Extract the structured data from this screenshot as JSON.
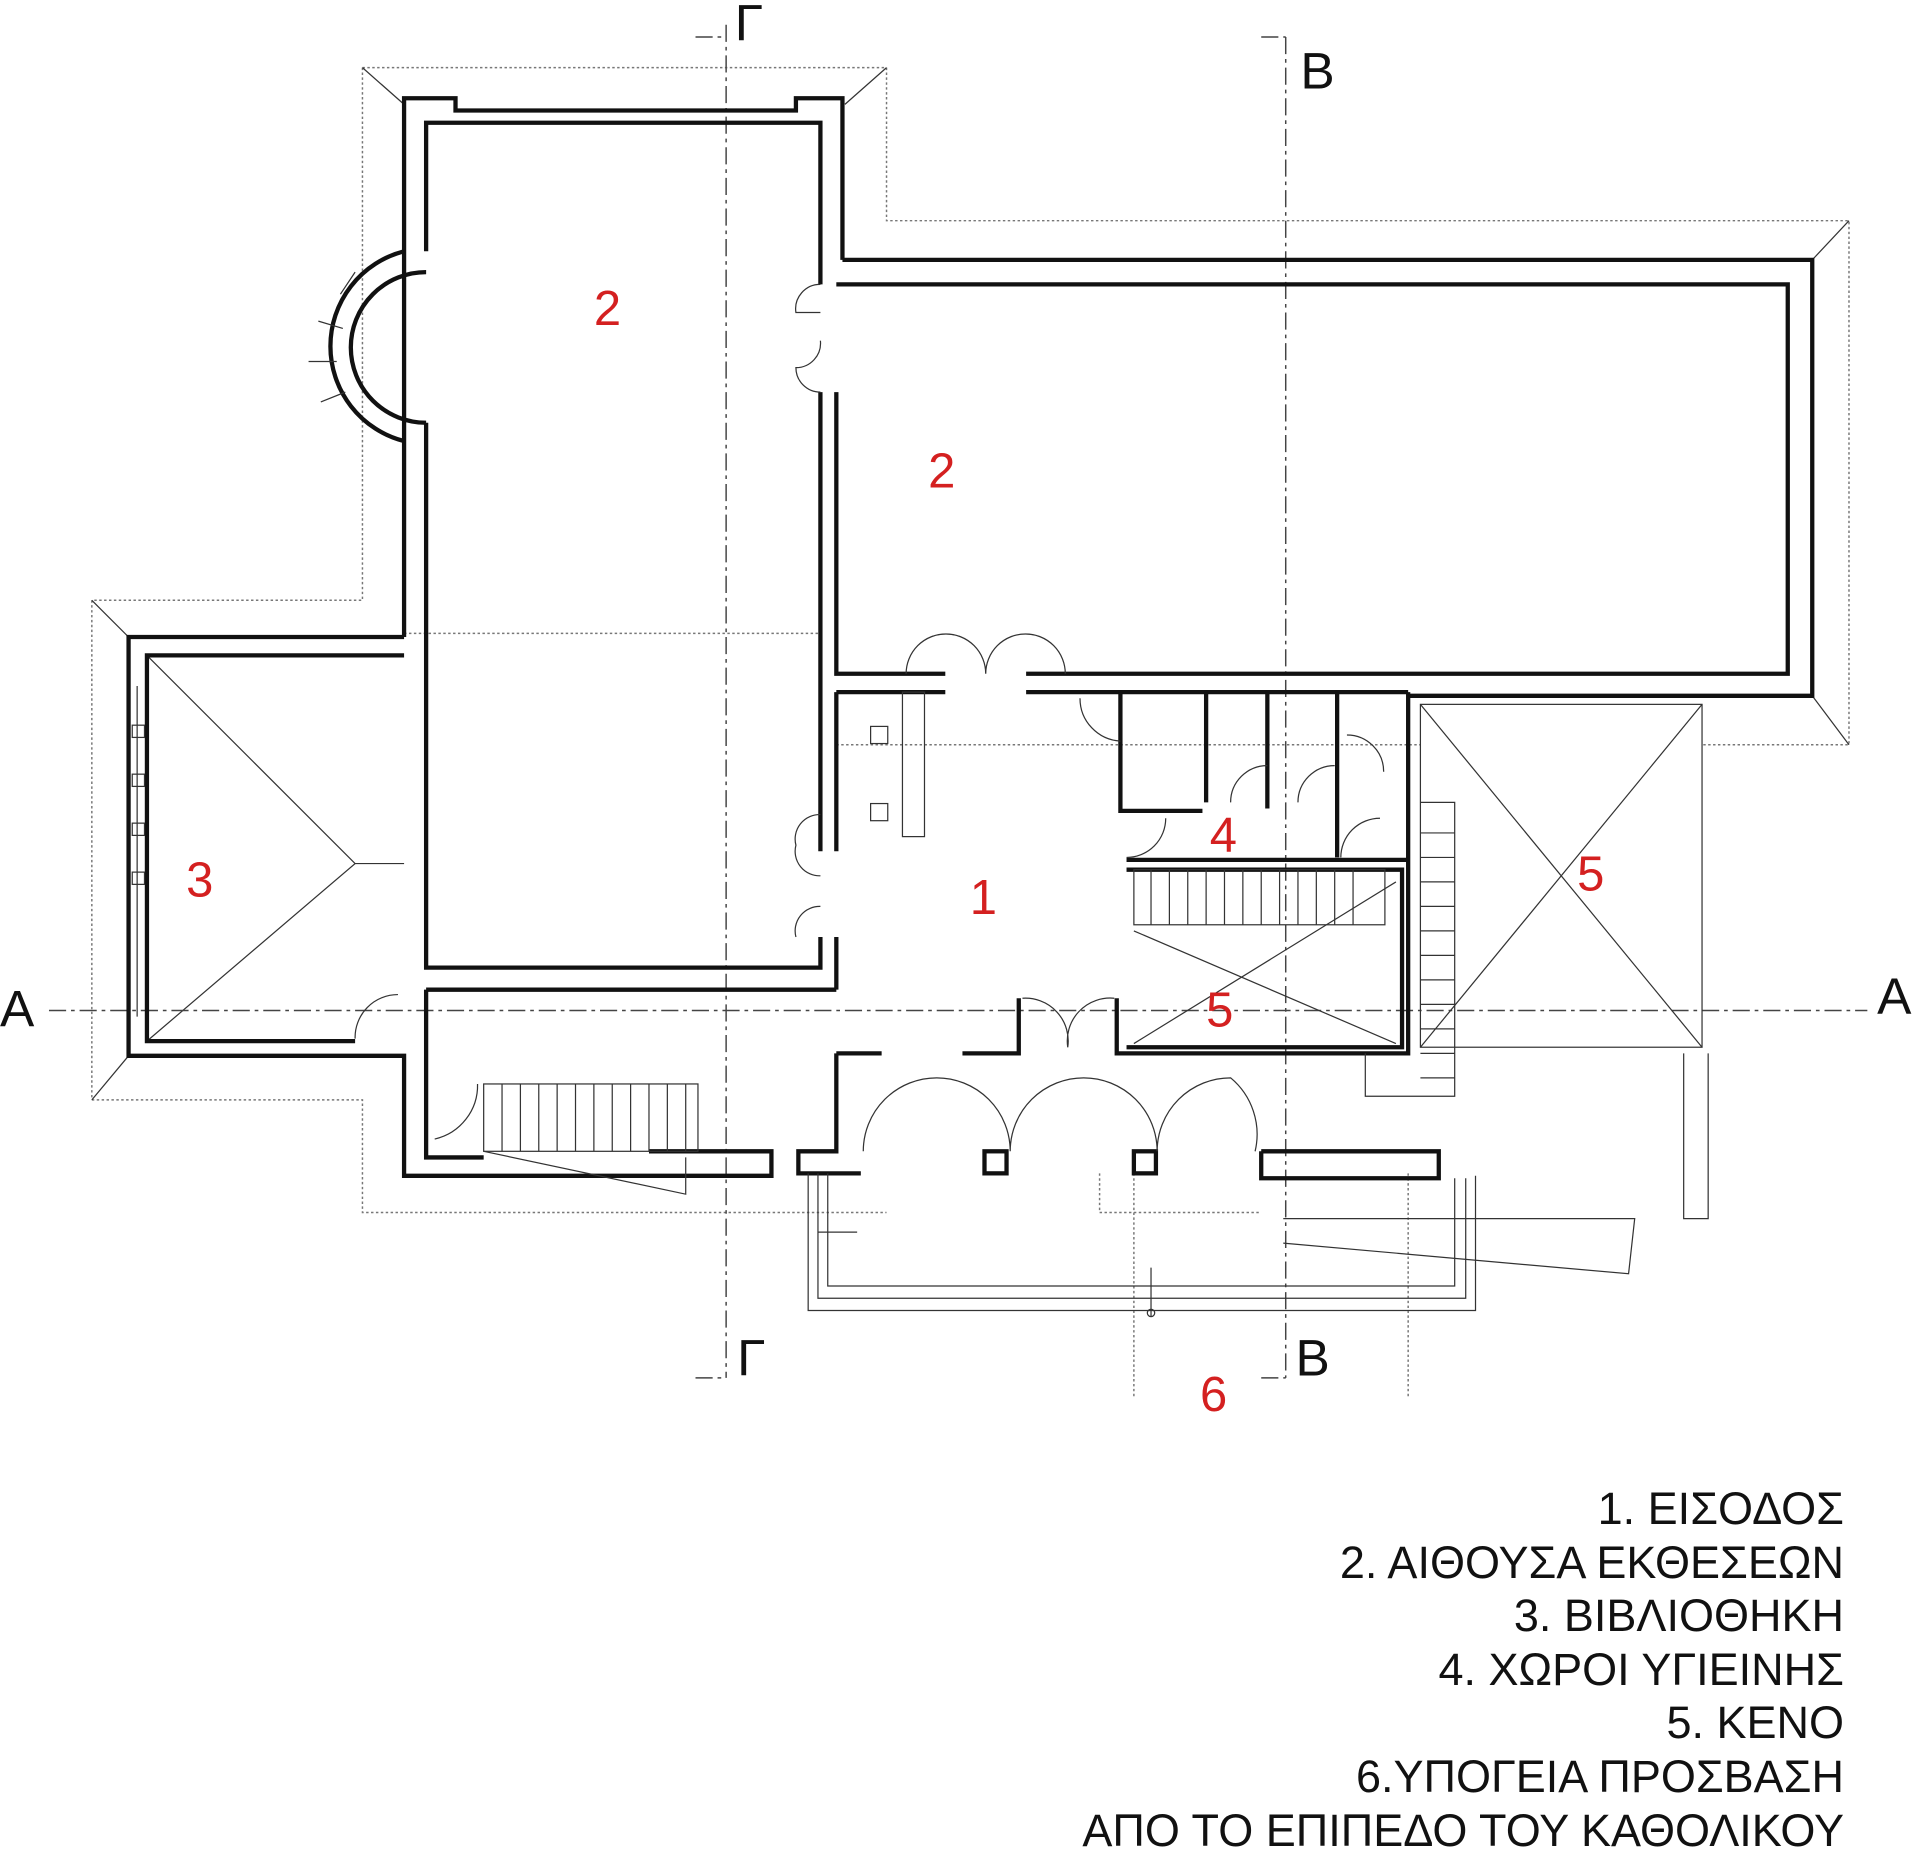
{
  "title": "Floor plan",
  "section_marks": {
    "gamma_top": "Γ",
    "gamma_bottom": "Γ",
    "beta_top": "B",
    "beta_bottom": "B",
    "alpha_left": "A",
    "alpha_right": "A"
  },
  "room_labels": {
    "room2_left": "2",
    "room2_right": "2",
    "room3": "3",
    "room1": "1",
    "room4": "4",
    "room5_stair": "5",
    "room5_right": "5",
    "room6": "6"
  },
  "legend": [
    "1. ΕΙΣΟΔΟΣ",
    "2. ΑΙΘΟΥΣΑ ΕΚΘΕΣΕΩΝ",
    "3. ΒΙΒΛΙΟΘΗΚΗ",
    "4. ΧΩΡΟΙ ΥΓΙΕΙΝΗΣ",
    "5. ΚΕΝΟ",
    "6.ΥΠΟΓΕΙΑ ΠΡΟΣΒΑΣΗ",
    "ΑΠΟ ΤΟ ΕΠΙΠΕΔΟ ΤΟΥ ΚΑΘΟΛΙΚΟΥ"
  ],
  "colors": {
    "labels": "#d42020",
    "lines": "#111111"
  }
}
